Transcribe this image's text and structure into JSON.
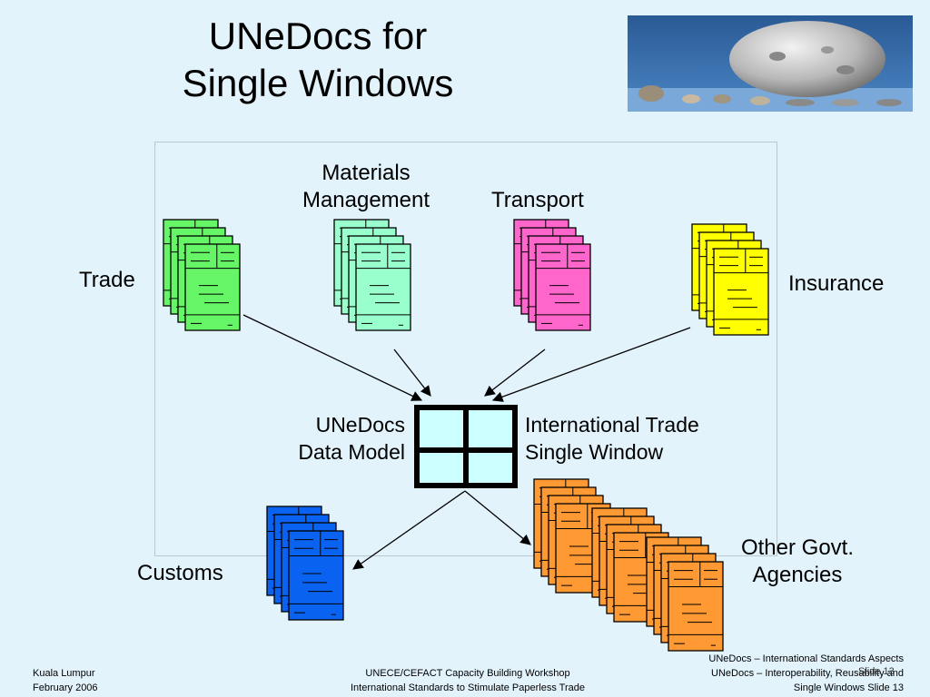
{
  "slide": {
    "title_line1": "UNeDocs for",
    "title_line2": "Single Windows",
    "photo_icon": "rock-photo"
  },
  "labels": {
    "materials_line1": "Materials",
    "materials_line2": "Management",
    "transport": "Transport",
    "trade": "Trade",
    "insurance": "Insurance",
    "unedocs_line1": "UNeDocs",
    "unedocs_line2": "Data Model",
    "itsw_line1": "International Trade",
    "itsw_line2": "Single Window",
    "customs": "Customs",
    "other_line1": "Other Govt.",
    "other_line2": "Agencies"
  },
  "colors": {
    "trade": "#66f566",
    "materials": "#99ffcc",
    "transport": "#ff66cc",
    "insurance": "#ffff00",
    "customs": "#0a62f0",
    "other": "#ff9933",
    "window_pane": "#ccffff"
  },
  "footer": {
    "left_line1": "Kuala Lumpur",
    "left_line2": "February 2006",
    "mid_line1": "UNECE/CEFACT Capacity Building Workshop",
    "mid_line2": "International Standards to Stimulate Paperless Trade",
    "right_line1": "UNeDocs – International Standards Aspects",
    "right_line2": "UNeDocs – Interoperability, Reusability and",
    "right_line3": "Single Windows Slide 13",
    "overlap_slide": "Slide 13"
  }
}
